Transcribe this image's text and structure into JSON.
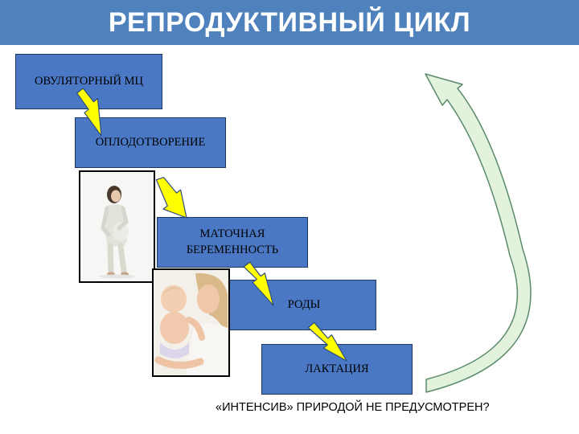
{
  "title": "РЕПРОДУКТИВНЫЙ ЦИКЛ",
  "steps": [
    "ОВУЛЯТОРНЫЙ МЦ",
    "ОПЛОДОТВОРЕНИЕ",
    "МАТОЧНАЯ БЕРЕМЕННОСТЬ",
    "РОДЫ",
    "ЛАКТАЦИЯ"
  ],
  "footer": "«ИНТЕНСИВ» ПРИРОДОЙ НЕ ПРЕДУСМОТРЕН?",
  "colors": {
    "title_bar": "#4f81bd",
    "step_fill": "#4a78c4",
    "arrow_yellow": "#ffff00",
    "return_arrow": "#e2f2dc"
  },
  "images": [
    {
      "icon": "pregnant-woman-photo"
    },
    {
      "icon": "mother-and-baby-photo"
    }
  ]
}
